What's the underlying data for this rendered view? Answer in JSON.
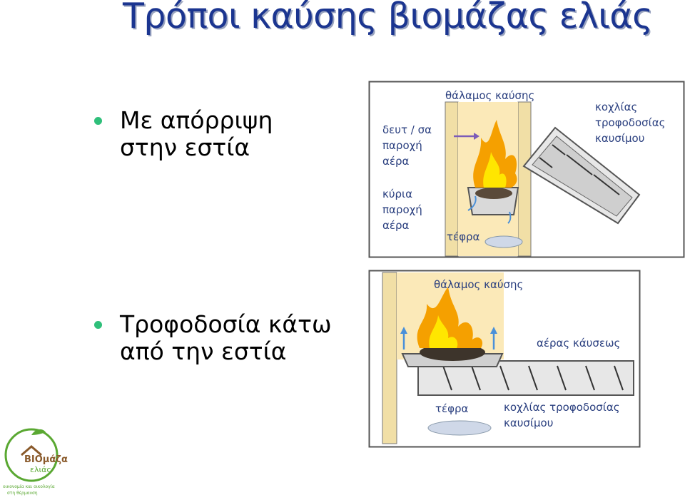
{
  "slide": {
    "title": "Τρόποι καύσης βιομάζας ελιάς",
    "bullets": [
      {
        "line1": "Με απόρριψη",
        "line2": "στην εστία"
      },
      {
        "line1": "Τροφοδοσία κάτω",
        "line2": "από την εστία"
      }
    ]
  },
  "diagram1": {
    "chamber_label": "θάλαμος καύσης",
    "secondary_air": [
      "δευτ / σα",
      "παροχή",
      "αέρα"
    ],
    "primary_air": [
      "κύρια",
      "παροχή",
      "αέρα"
    ],
    "ash_label": "τέφρα",
    "screw_label": [
      "κοχλίας",
      "τροφοδοσίας",
      "καυσίμου"
    ]
  },
  "diagram2": {
    "chamber_label": "θάλαμος καύσης",
    "air_label": "αέρας κάυσεως",
    "ash_label": "τέφρα",
    "screw_label": [
      "κοχλίας τροφοδοσίας",
      "καυσίμου"
    ]
  },
  "logo": {
    "text_main": "ΒΙΟμάζα",
    "text_sub": "ελιάς",
    "tagline": [
      "οικονομία και οικολογία",
      "στη θέρμανση"
    ]
  },
  "colors": {
    "title": "#1b3590",
    "bullet": "#2fbf7a",
    "label": "#2a3f7f",
    "flame_outer": "#f5a000",
    "flame_inner": "#ffe600",
    "chamber_bg": "#f8e7b6",
    "logo_green": "#5aa832",
    "logo_brown": "#8a5a2b"
  }
}
